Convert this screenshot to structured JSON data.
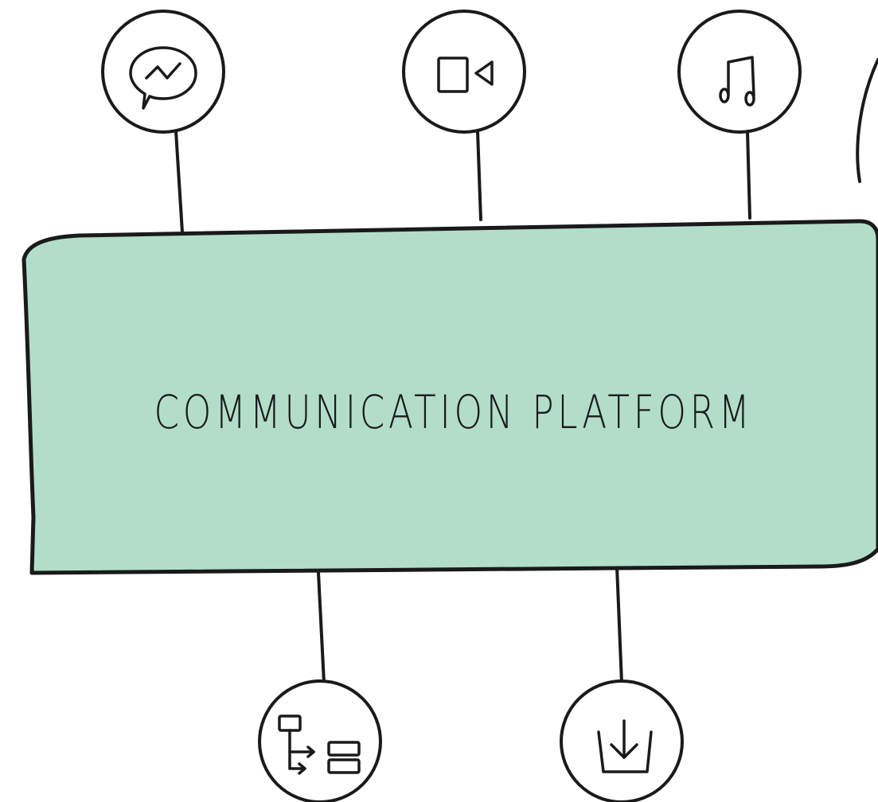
{
  "platform": {
    "label": "COMMUNICATION PLATFORM",
    "fill_color": "#b2dec9",
    "outline_color": "#1a1a1a"
  },
  "nodes": {
    "top": [
      {
        "id": "messenger",
        "icon": "messenger-icon"
      },
      {
        "id": "video",
        "icon": "video-camera-icon"
      },
      {
        "id": "music",
        "icon": "music-note-icon"
      }
    ],
    "bottom": [
      {
        "id": "workflow",
        "icon": "workflow-hierarchy-icon"
      },
      {
        "id": "download",
        "icon": "download-tray-icon"
      }
    ]
  }
}
